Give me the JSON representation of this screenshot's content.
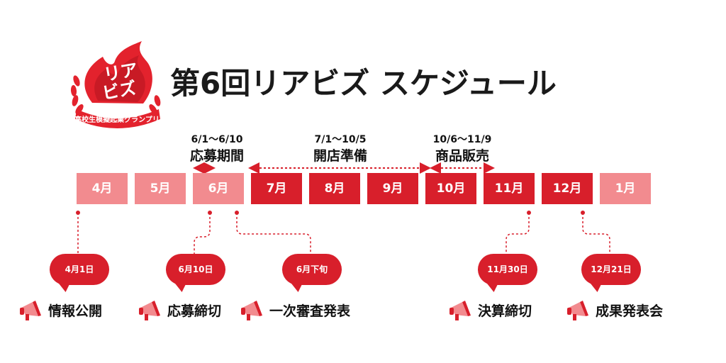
{
  "logo": {
    "mark_text_line1": "リア",
    "mark_text_line2": "ビズ",
    "subtitle": "高校生模擬起業グランプリ"
  },
  "title": "第6回リアビズ スケジュール",
  "phases": [
    {
      "date": "6/1〜6/10",
      "name": "応募期間"
    },
    {
      "date": "7/1〜10/5",
      "name": "開店準備"
    },
    {
      "date": "10/6〜11/9",
      "name": "商品販売"
    }
  ],
  "months": [
    {
      "label": "4月",
      "tone": "light"
    },
    {
      "label": "5月",
      "tone": "light"
    },
    {
      "label": "6月",
      "tone": "light"
    },
    {
      "label": "7月",
      "tone": "dark"
    },
    {
      "label": "8月",
      "tone": "dark"
    },
    {
      "label": "9月",
      "tone": "dark"
    },
    {
      "label": "10月",
      "tone": "dark"
    },
    {
      "label": "11月",
      "tone": "dark"
    },
    {
      "label": "12月",
      "tone": "dark"
    },
    {
      "label": "1月",
      "tone": "light"
    }
  ],
  "milestones": [
    {
      "date": "4月1日",
      "label": "情報公開"
    },
    {
      "date": "6月10日",
      "label": "応募締切"
    },
    {
      "date": "6月下旬",
      "label": "一次審査発表"
    },
    {
      "date": "11月30日",
      "label": "決算締切"
    },
    {
      "date": "12月21日",
      "label": "成果発表会"
    }
  ],
  "colors": {
    "accent": "#d81f2b",
    "light": "#f28b8f",
    "text": "#1a1a1a"
  },
  "icons": {
    "milestone": "megaphone-icon",
    "logo": "flame-emblem"
  }
}
